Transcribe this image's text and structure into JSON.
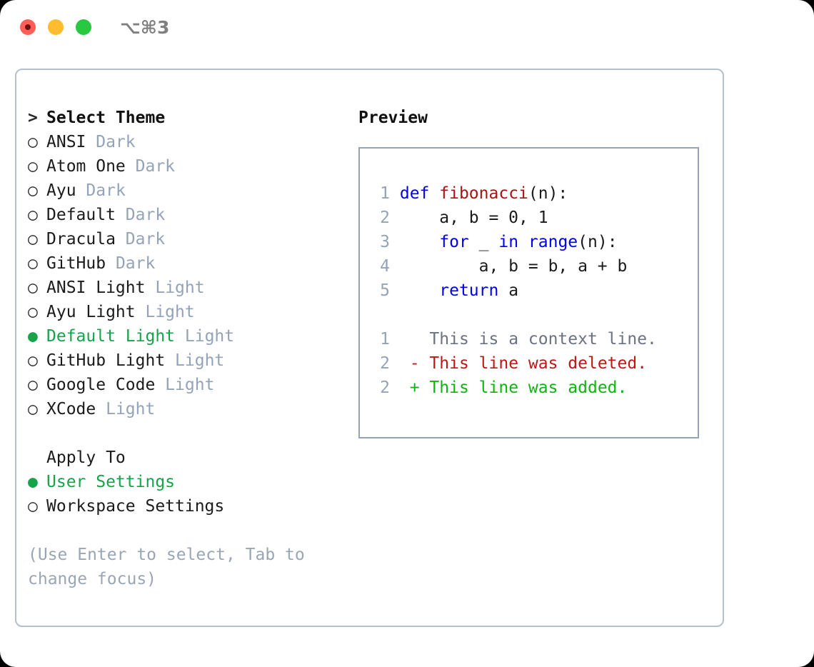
{
  "window": {
    "traffic_lights": [
      "close",
      "minimize",
      "maximize"
    ],
    "shortcut": "⌥⌘3",
    "colors": {
      "close": "#ff5f57",
      "minimize": "#febc2e",
      "maximize": "#28c840",
      "accent_green": "#16a34a",
      "muted": "#94a3b8",
      "border": "#b6bfcd"
    }
  },
  "theme_picker": {
    "heading_marker": ">",
    "heading": "Select Theme",
    "items": [
      {
        "marker": "○",
        "selected": false,
        "label": "ANSI",
        "meta": "Dark"
      },
      {
        "marker": "○",
        "selected": false,
        "label": "Atom One",
        "meta": "Dark"
      },
      {
        "marker": "○",
        "selected": false,
        "label": "Ayu",
        "meta": "Dark"
      },
      {
        "marker": "○",
        "selected": false,
        "label": "Default",
        "meta": "Dark"
      },
      {
        "marker": "○",
        "selected": false,
        "label": "Dracula",
        "meta": "Dark"
      },
      {
        "marker": "○",
        "selected": false,
        "label": "GitHub",
        "meta": "Dark"
      },
      {
        "marker": "○",
        "selected": false,
        "label": "ANSI Light",
        "meta": "Light"
      },
      {
        "marker": "○",
        "selected": false,
        "label": "Ayu Light",
        "meta": "Light"
      },
      {
        "marker": "●",
        "selected": true,
        "label": "Default Light",
        "meta": "Light"
      },
      {
        "marker": "○",
        "selected": false,
        "label": "GitHub Light",
        "meta": "Light"
      },
      {
        "marker": "○",
        "selected": false,
        "label": "Google Code",
        "meta": "Light"
      },
      {
        "marker": "○",
        "selected": false,
        "label": "XCode",
        "meta": "Light"
      }
    ]
  },
  "apply_to": {
    "heading": "Apply To",
    "items": [
      {
        "marker": "●",
        "selected": true,
        "label": "User Settings"
      },
      {
        "marker": "○",
        "selected": false,
        "label": "Workspace Settings"
      }
    ]
  },
  "hint": "(Use Enter to select, Tab to\nchange focus)",
  "preview": {
    "title": "Preview",
    "code_lines": [
      {
        "no": "1",
        "tokens": [
          {
            "t": "def",
            "c": "kw"
          },
          {
            "t": " ",
            "c": "plain"
          },
          {
            "t": "fibonacci",
            "c": "fn"
          },
          {
            "t": "(n):",
            "c": "plain"
          }
        ]
      },
      {
        "no": "2",
        "tokens": [
          {
            "t": "    a, b = 0, 1",
            "c": "plain"
          }
        ]
      },
      {
        "no": "3",
        "tokens": [
          {
            "t": "    ",
            "c": "plain"
          },
          {
            "t": "for",
            "c": "kw"
          },
          {
            "t": " _ ",
            "c": "plain"
          },
          {
            "t": "in",
            "c": "kw"
          },
          {
            "t": " ",
            "c": "plain"
          },
          {
            "t": "range",
            "c": "bi"
          },
          {
            "t": "(n):",
            "c": "plain"
          }
        ]
      },
      {
        "no": "4",
        "tokens": [
          {
            "t": "        a, b = b, a + b",
            "c": "plain"
          }
        ]
      },
      {
        "no": "5",
        "tokens": [
          {
            "t": "    ",
            "c": "plain"
          },
          {
            "t": "return",
            "c": "kw"
          },
          {
            "t": " a",
            "c": "plain"
          }
        ]
      }
    ],
    "diff_lines": [
      {
        "no": "1",
        "sign": " ",
        "text": "This is a context line.",
        "kind": "ctx"
      },
      {
        "no": "2",
        "sign": "-",
        "text": "This line was deleted.",
        "kind": "del"
      },
      {
        "no": "2",
        "sign": "+",
        "text": "This line was added.",
        "kind": "add"
      }
    ]
  }
}
